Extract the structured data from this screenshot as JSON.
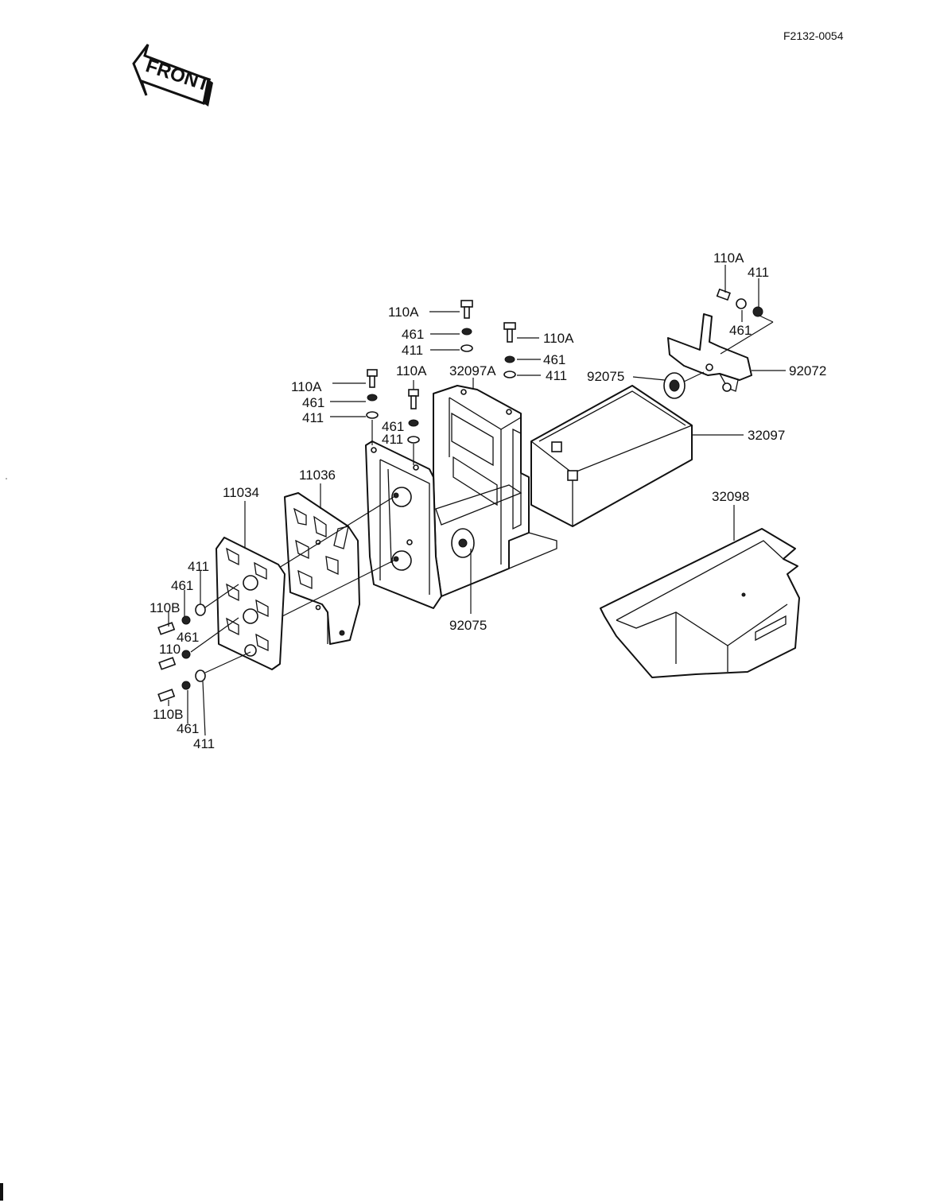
{
  "header": {
    "figure_code": "F2132-0054",
    "front_arrow_text": "FRONT"
  },
  "labels": {
    "bolt_110a_right_bracket": "110A",
    "washer_411_right_bracket": "411",
    "washer_461_right_bracket": "461",
    "part_92072": "92072",
    "part_92075_upper": "92075",
    "part_32097": "32097",
    "part_32098": "32098",
    "bolt_110a_center_top": "110A",
    "washer_461_center_top": "461",
    "washer_411_center_top": "411",
    "bolt_110a_center_right": "110A",
    "washer_461_center_right": "461",
    "washer_411_center_right": "411",
    "part_32097a": "32097A",
    "bolt_110a_left_top": "110A",
    "washer_461_left_top": "461",
    "washer_411_left_top": "411",
    "bolt_110a_left_mid": "110A",
    "washer_461_left_mid": "461",
    "washer_411_left_mid": "411",
    "part_11036": "11036",
    "part_11034": "11034",
    "washer_411_plate_top": "411",
    "washer_461_plate_top": "461",
    "bolt_110b_plate_top": "110B",
    "washer_461_plate_mid": "461",
    "bolt_110_plate_mid": "110",
    "bolt_110b_plate_bottom": "110B",
    "washer_461_plate_bottom": "461",
    "washer_411_plate_bottom": "411",
    "part_92075_lower": "92075"
  },
  "icons": [
    "front-arrow-icon"
  ]
}
